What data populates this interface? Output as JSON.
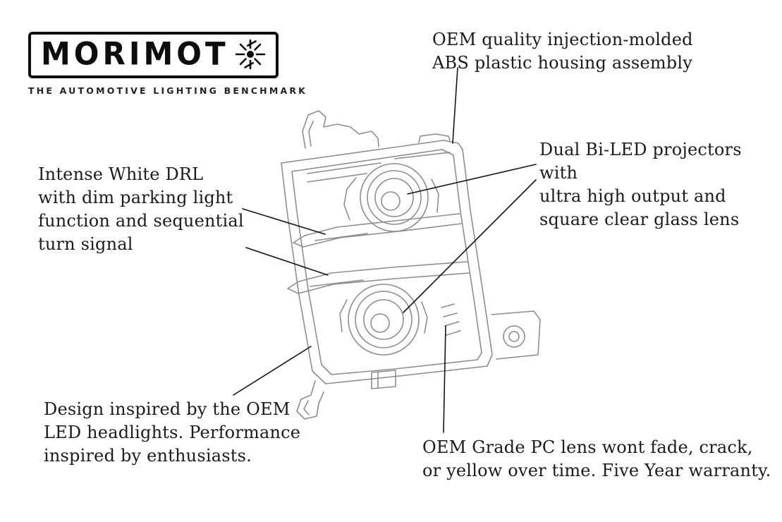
{
  "logo": {
    "brand": "MORIMOTO",
    "brand_display_prefix": "MORIMOT",
    "tagline": "THE AUTOMOTIVE LIGHTING BENCHMARK"
  },
  "callouts": {
    "housing": {
      "text": "OEM quality injection-molded\nABS plastic housing assembly"
    },
    "projectors": {
      "text": "Dual Bi-LED projectors with\nultra high output and\nsquare clear glass lens"
    },
    "drl": {
      "text": "Intense White DRL\nwith dim parking light\nfunction and sequential\nturn signal"
    },
    "design": {
      "text": "Design inspired by the OEM\nLED headlights. Performance\ninspired by enthusiasts."
    },
    "lens": {
      "text": "OEM Grade PC lens wont fade, crack,\nor yellow over time. Five Year warranty."
    }
  },
  "colors": {
    "text": "#1b1b1b",
    "line_art": "#8d8d8d",
    "leader_line": "#141414",
    "logo_black": "#0d0d0d"
  }
}
